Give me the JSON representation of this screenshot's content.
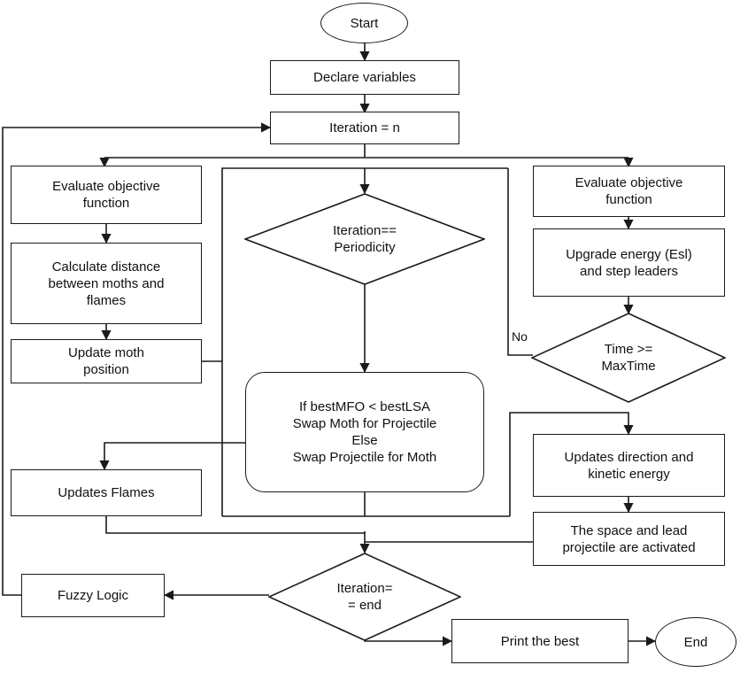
{
  "nodes": {
    "start": "Start",
    "declare": "Declare variables",
    "iteration_n": "Iteration = n",
    "mfo_eval": "Evaluate objective\nfunction",
    "mfo_distance": "Calculate distance\nbetween moths and\nflames",
    "mfo_update_pos": "Update moth\nposition",
    "periodicity": "Iteration==\nPeriodicity",
    "swap": "If bestMFO < bestLSA\nSwap Moth for Projectile\nElse\nSwap Projectile for Moth",
    "lsa_eval": "Evaluate objective\nfunction",
    "lsa_energy": "Upgrade energy (Esl)\nand step leaders",
    "maxtime": "Time    >=\nMaxTime",
    "lsa_direction": "Updates direction and\nkinetic energy",
    "lsa_space": "The space and lead\nprojectile are activated",
    "update_flames": "Updates Flames",
    "iteration_end": "Iteration=\n= end",
    "fuzzy": "Fuzzy Logic",
    "print_best": "Print the best",
    "end": "End"
  },
  "edge_labels": {
    "no": "No"
  }
}
